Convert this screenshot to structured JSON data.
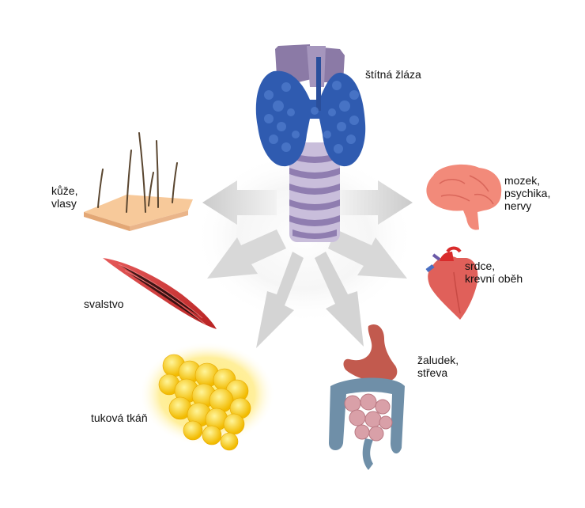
{
  "labels": {
    "thyroid": "štítná žláza",
    "skin": "kůže,\nvlasy",
    "brain": "mozek,\npsychika,\nnervy",
    "muscle": "svalstvo",
    "heart": "srdce,\nkrevní oběh",
    "stomach": "žaludek,\nstřeva",
    "fat": "tuková tkáň"
  },
  "colors": {
    "thyroid": "#2a56a8",
    "cartilage": "#8a76a4",
    "trachea": "#b9a8cf",
    "arrow": "#d0d0d0",
    "skin": "#f7c99a",
    "hair": "#5a4630",
    "brain": "#f28a7a",
    "muscle": "#d23b3b",
    "heart": "#e0605a",
    "fat": "#ffd21a",
    "stomach": "#c25a4e",
    "intestine": "#6f8fa8",
    "small_intestine": "#d9a0a8"
  }
}
